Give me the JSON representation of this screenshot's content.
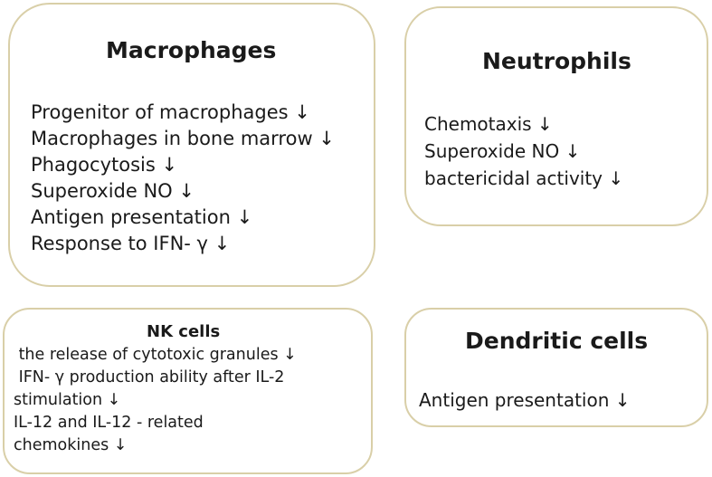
{
  "macrophages": {
    "title": "Macrophages",
    "items": [
      "Progenitor of macrophages ↓",
      "Macrophages in bone marrow ↓",
      "Phagocytosis ↓",
      "Superoxide NO ↓",
      "Antigen presentation ↓",
      "Response to IFN- γ ↓"
    ]
  },
  "neutrophils": {
    "title": "Neutrophils",
    "items": [
      "Chemotaxis ↓",
      "Superoxide NO ↓",
      "bactericidal activity ↓"
    ]
  },
  "nk_cells": {
    "title": "NK cells",
    "items": [
      " the release of cytotoxic granules ↓",
      " IFN- γ production ability after IL-2",
      "stimulation ↓",
      "IL-12 and IL-12 - related",
      "chemokines ↓"
    ]
  },
  "dendritic_cells": {
    "title": "Dendritic cells",
    "items": [
      "Antigen presentation ↓"
    ]
  },
  "colors": {
    "box_border": "#d9cfa8",
    "text": "#1a1a1a"
  }
}
